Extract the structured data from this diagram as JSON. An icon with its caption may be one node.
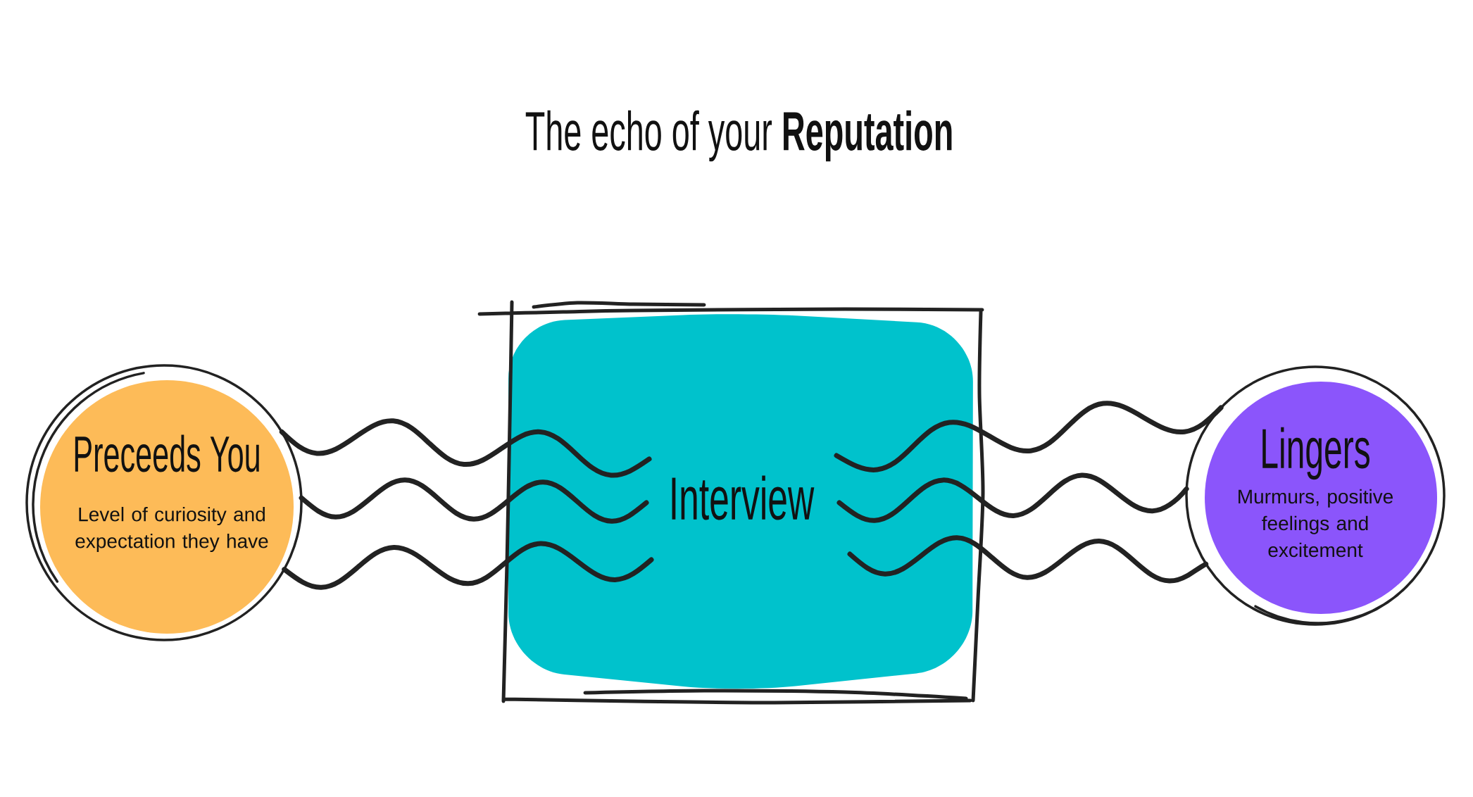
{
  "diagram": {
    "title": "The echo of your **Reputation**",
    "nodes": [
      {
        "text": [
          "Preceeds You",
          "Level of curiosity and expectation they have"
        ]
      },
      {
        "text": [
          "Interview"
        ]
      },
      {
        "text": [
          "Lingers",
          "Murmurs, positive feelings and excitement"
        ]
      }
    ],
    "edges": [
      {
        "from": 0,
        "to": 1,
        "arrow": "none"
      },
      {
        "from": 0,
        "to": 1,
        "arrow": "none"
      },
      {
        "from": 0,
        "to": 1,
        "arrow": "none"
      },
      {
        "from": 1,
        "to": 2,
        "arrow": "none"
      },
      {
        "from": 1,
        "to": 2,
        "arrow": "none"
      },
      {
        "from": 1,
        "to": 2,
        "arrow": "none"
      }
    ]
  }
}
